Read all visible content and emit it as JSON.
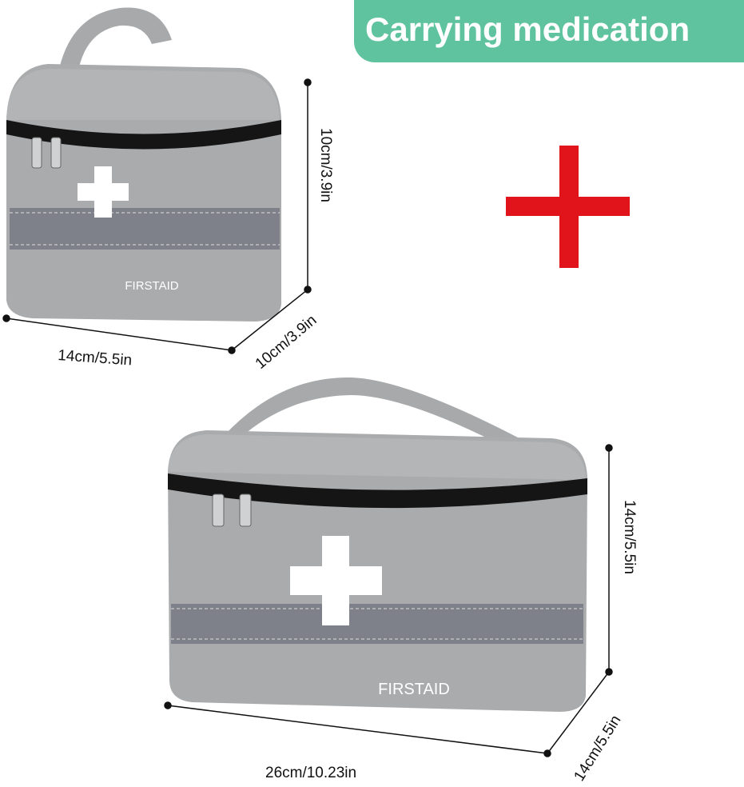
{
  "banner": {
    "title": "Carrying medication",
    "color": "#5fc3a0"
  },
  "accent_cross_color": "#e0141a",
  "small_bag": {
    "brand": "FIRSTAID",
    "height_label": "10cm/3.9in",
    "width_label": "14cm/5.5in",
    "depth_label": "10cm/3.9in"
  },
  "large_bag": {
    "brand": "FIRSTAID",
    "height_label": "14cm/5.5in",
    "width_label": "26cm/10.23in",
    "depth_label": "14cm/5.5in"
  }
}
